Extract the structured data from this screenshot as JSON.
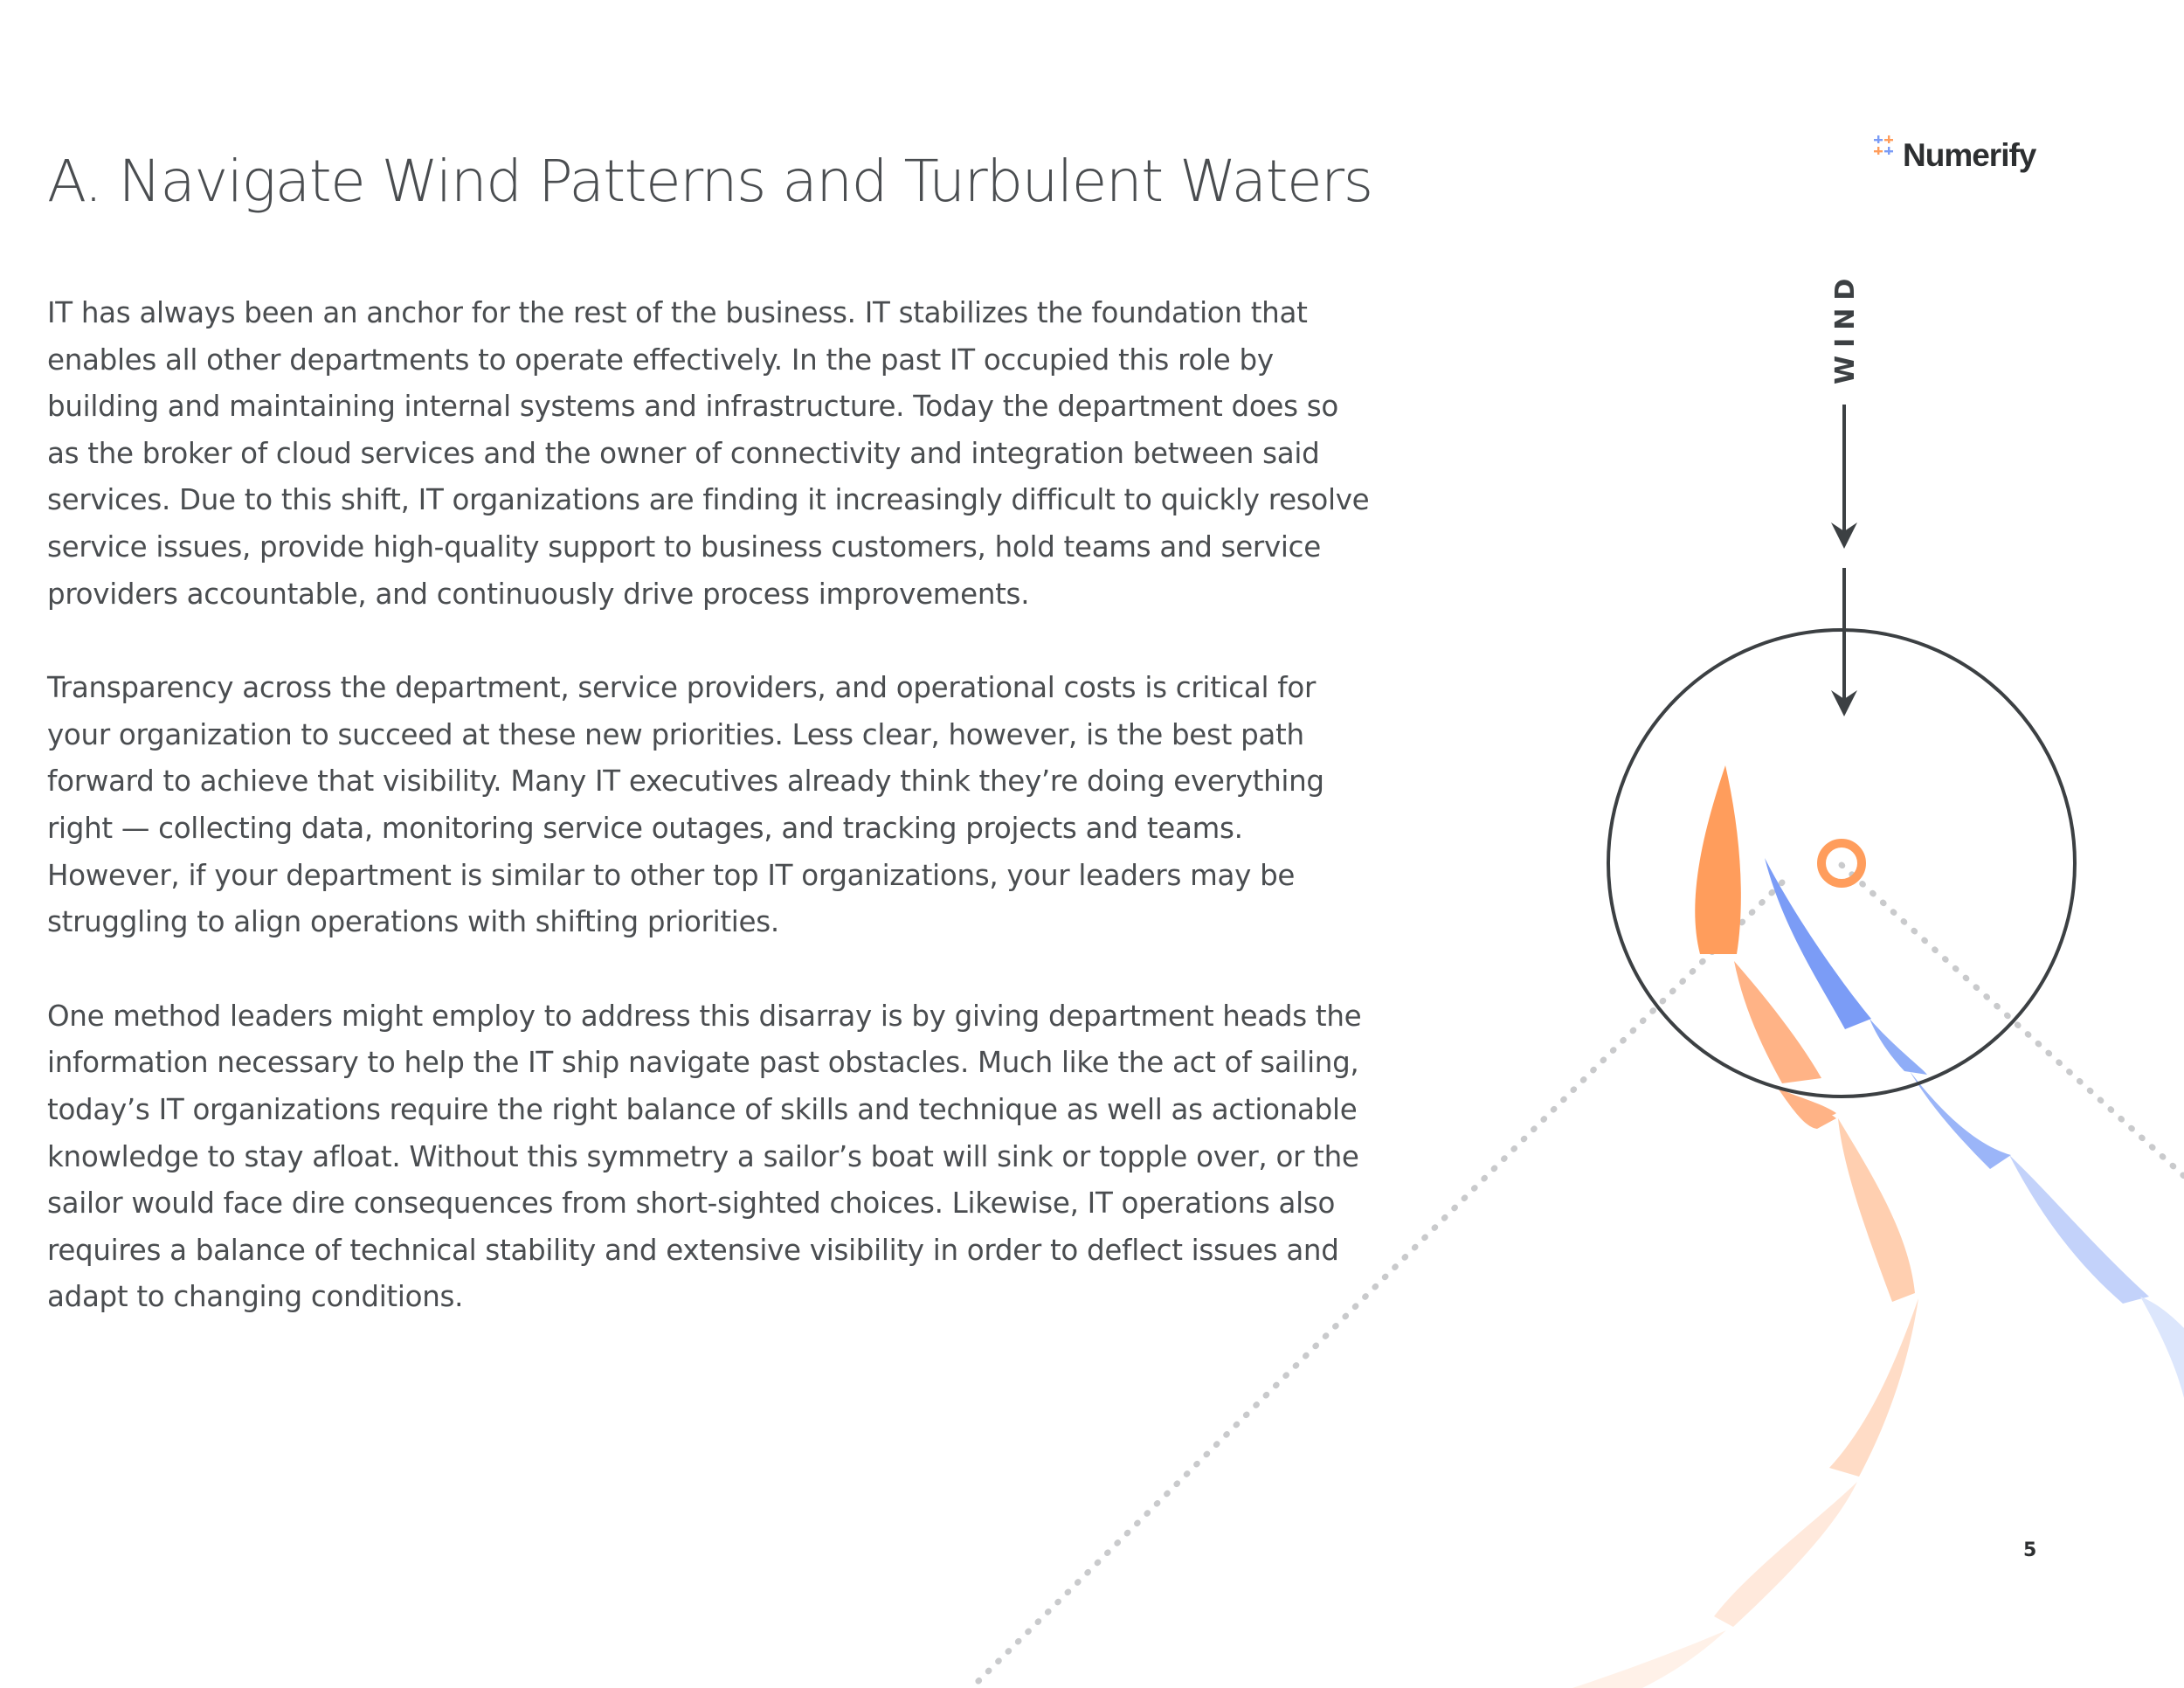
{
  "page": {
    "title": "A. Navigate Wind Patterns and Turbulent Waters",
    "page_number": "5"
  },
  "brand": {
    "name": "Numerify",
    "logo_icon": "numerify-grid-icon",
    "colors": {
      "orange": "#ff9d5c",
      "blue": "#7b9cf6",
      "dark": "#3c4043",
      "text": "#4a4d50"
    }
  },
  "content": {
    "paragraphs": [
      "IT has always been an anchor for the rest of the business. IT stabilizes the foundation that enables all other departments to operate effectively. In the past IT occupied this role by building and maintaining internal systems and infrastructure. Today the department does so as the broker of cloud services and the owner of connectivity and integration between said services. Due to this shift, IT organizations are finding it increasingly difficult to quickly resolve service issues, provide high-quality support to business customers, hold teams and service providers accountable, and continuously drive process improvements.",
      "Transparency across the department, service providers, and operational costs is critical for your organization to succeed at these new priorities. Less clear, however, is the best path forward to achieve that visibility. Many IT executives already think they’re doing everything right — collecting data, monitoring service outages, and tracking projects and teams. However, if your department is similar to other top IT organizations, your leaders may be struggling to align operations with shifting priorities.",
      "One method leaders might employ to address this disarray is by giving department heads the information necessary to help the IT ship navigate past obstacles. Much like the act of sailing, today’s IT organizations require the right balance of skills and technique as well as actionable knowledge to stay afloat. Without this symmetry a sailor’s boat will sink or topple over, or the sailor would face dire consequences from short-sighted choices. Likewise, IT operations also requires a balance of technical stability and extensive visibility in order to deflect issues and adapt to changing conditions."
    ]
  },
  "illustration": {
    "wind_label": "WIND",
    "icons": [
      "wind-arrow-icon",
      "sail-icon",
      "buoy-icon"
    ]
  }
}
